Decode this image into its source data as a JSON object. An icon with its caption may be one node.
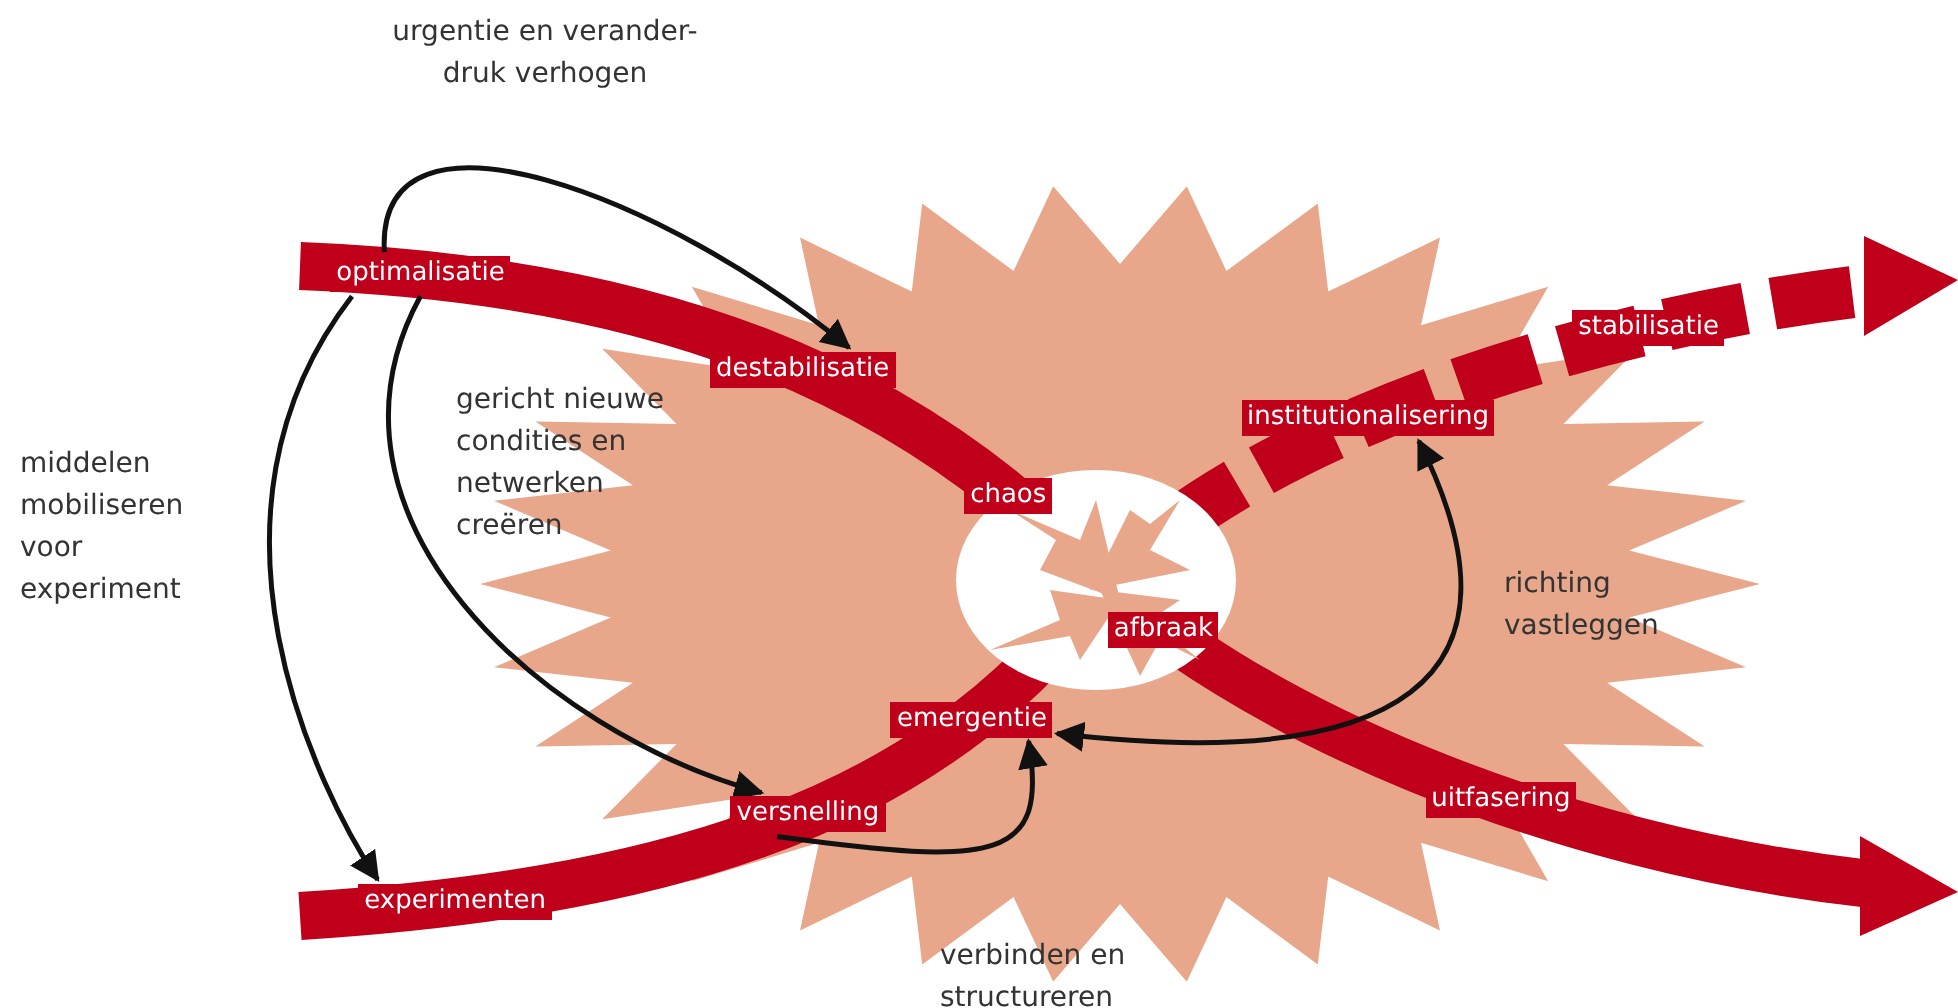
{
  "diagram": {
    "nodes": [
      {
        "text": [
          "optimalisatie"
        ]
      },
      {
        "text": [
          "destabilisatie"
        ]
      },
      {
        "text": [
          "chaos"
        ]
      },
      {
        "text": [
          "institutionalisering"
        ]
      },
      {
        "text": [
          "stabilisatie"
        ]
      },
      {
        "text": [
          "experimenten"
        ]
      },
      {
        "text": [
          "versnelling"
        ]
      },
      {
        "text": [
          "emergentie"
        ]
      },
      {
        "text": [
          "afbraak"
        ]
      },
      {
        "text": [
          "uitfasering"
        ]
      }
    ],
    "edges": [
      {
        "from": 0,
        "to": 1,
        "arrow": "to",
        "label": "urgentie en verander- druk verhogen"
      },
      {
        "from": 0,
        "to": 5,
        "arrow": "to",
        "label": "middelen mobiliseren voor experiment"
      },
      {
        "from": 0,
        "to": 6,
        "arrow": "to",
        "label": "gericht nieuwe condities en netwerken creëren"
      },
      {
        "from": 6,
        "to": 7,
        "arrow": "to",
        "label": "verbinden en structureren"
      },
      {
        "from": 7,
        "to": 3,
        "arrow": "both",
        "label": "richting vastleggen"
      }
    ]
  }
}
